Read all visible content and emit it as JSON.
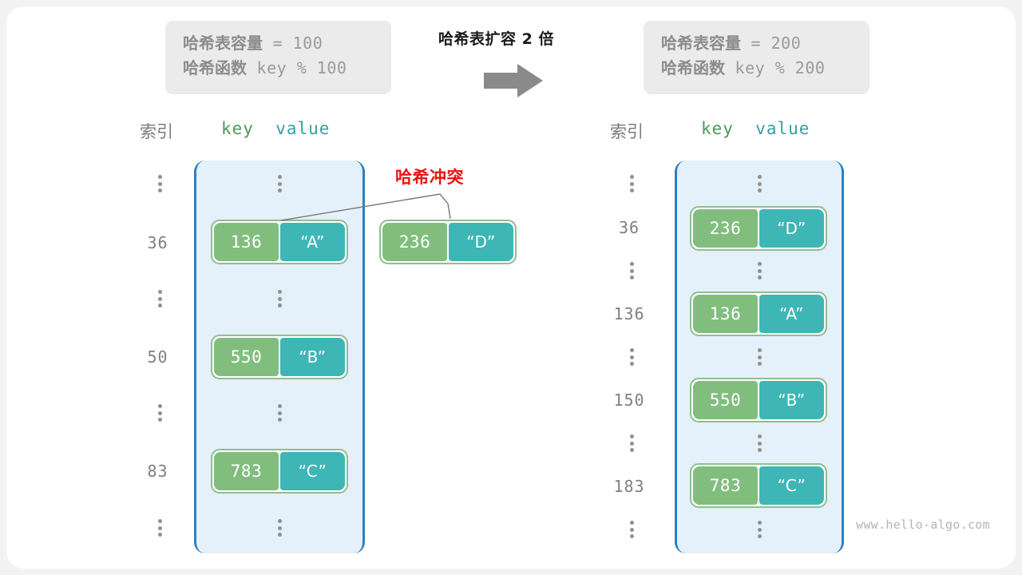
{
  "watermark": "www.hello-algo.com",
  "transition": {
    "title": "哈希表扩容 2 倍",
    "arrow_icon": "right-arrow-icon"
  },
  "before": {
    "info": {
      "capacity_label": "哈希表容量",
      "capacity_expr": " = 100",
      "function_label": "哈希函数",
      "function_expr": " key % 100"
    },
    "headers": {
      "index": "索引",
      "key": "key",
      "value": "value"
    },
    "rows": [
      {
        "index": "⋮",
        "type": "ellipsis"
      },
      {
        "index": "36",
        "type": "entry",
        "key": "136",
        "value": "“A”"
      },
      {
        "index": "⋮",
        "type": "ellipsis"
      },
      {
        "index": "50",
        "type": "entry",
        "key": "550",
        "value": "“B”"
      },
      {
        "index": "⋮",
        "type": "ellipsis"
      },
      {
        "index": "83",
        "type": "entry",
        "key": "783",
        "value": "“C”"
      },
      {
        "index": "⋮",
        "type": "ellipsis"
      }
    ],
    "collision": {
      "label": "哈希冲突",
      "color": "#ee1111",
      "overflow_entry": {
        "key": "236",
        "value": "“D”"
      }
    }
  },
  "after": {
    "info": {
      "capacity_label": "哈希表容量",
      "capacity_expr": " = 200",
      "function_label": "哈希函数",
      "function_expr": " key % 200"
    },
    "headers": {
      "index": "索引",
      "key": "key",
      "value": "value"
    },
    "rows": [
      {
        "index": "⋮",
        "type": "ellipsis"
      },
      {
        "index": "36",
        "type": "entry",
        "key": "236",
        "value": "“D”"
      },
      {
        "index": "⋮",
        "type": "ellipsis"
      },
      {
        "index": "136",
        "type": "entry",
        "key": "136",
        "value": "“A”"
      },
      {
        "index": "⋮",
        "type": "ellipsis"
      },
      {
        "index": "150",
        "type": "entry",
        "key": "550",
        "value": "“B”"
      },
      {
        "index": "⋮",
        "type": "ellipsis"
      },
      {
        "index": "183",
        "type": "entry",
        "key": "783",
        "value": "“C”"
      },
      {
        "index": "⋮",
        "type": "ellipsis"
      }
    ]
  },
  "colors": {
    "key_fill": "#81be7e",
    "value_fill": "#3eb6b6",
    "bucket_fill": "#e4f0fa",
    "bucket_border": "#2b7fc4",
    "pair_border": "#8cc08c",
    "collision": "#ee1111",
    "index_text": "#808080",
    "info_box": "#ebebeb"
  }
}
